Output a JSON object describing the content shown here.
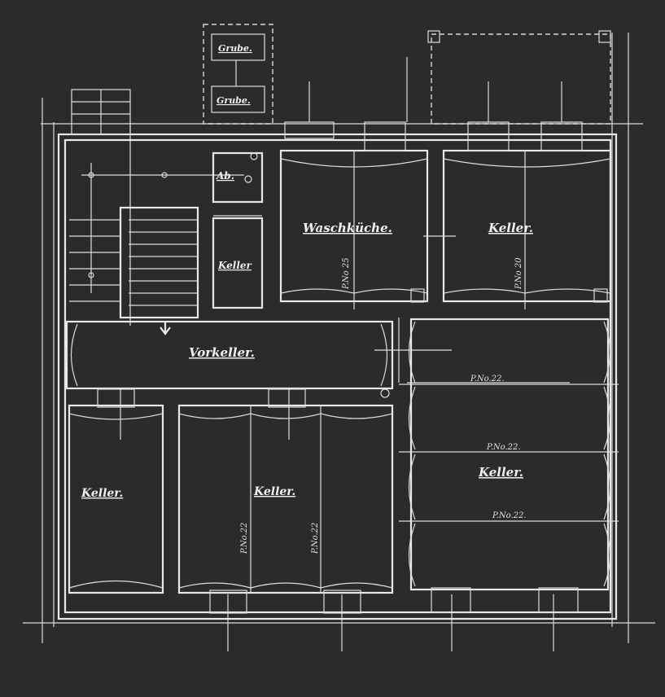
{
  "plan": {
    "rooms": {
      "grube_1": "Grube.",
      "grube_2": "Grube.",
      "ab": "Ab.",
      "keller_small": "Keller",
      "waschkueche": "Waschküche.",
      "keller_ne": "Keller.",
      "vorkeller": "Vorkeller.",
      "keller_sw": "Keller.",
      "keller_s": "Keller.",
      "keller_e": "Keller."
    },
    "annotations": {
      "beam_wasch": "P.No 25",
      "beam_keller_ne": "P.No 20",
      "beam_e1": "P.No.22.",
      "beam_e2": "P.No.22.",
      "beam_e3": "P.No.22.",
      "beam_s1": "P.No.22",
      "beam_s2": "P.No.22"
    }
  }
}
